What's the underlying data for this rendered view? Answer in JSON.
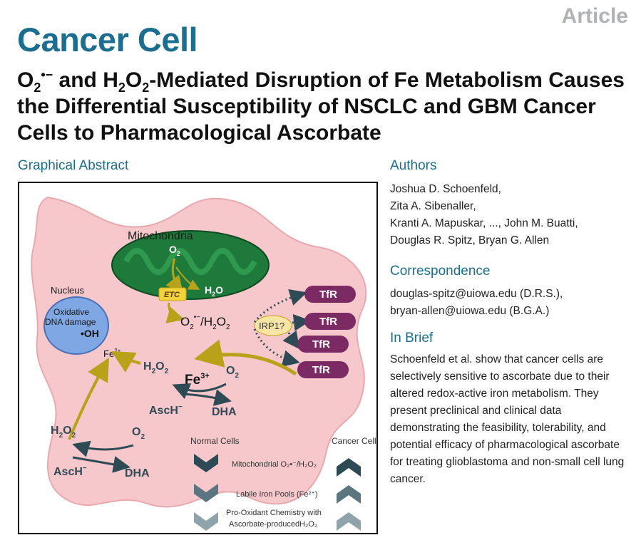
{
  "header": {
    "article_type": "Article",
    "journal": "Cancer Cell",
    "title_parts": {
      "p1": "O",
      "p1_sub": "2",
      "p1_sup": "•−",
      "p2": " and H",
      "p2_sub": "2",
      "p3": "O",
      "p3_sub": "2",
      "p4": "-Mediated Disruption of Fe Metabolism Causes the Differential Susceptibility of NSCLC and GBM Cancer Cells to Pharmacological Ascorbate"
    }
  },
  "graphical_abstract": {
    "heading": "Graphical Abstract",
    "labels": {
      "mitochondria": "Mitochondria",
      "o2_mito": "O",
      "o2_mito_sub": "2",
      "etc": "ETC",
      "h2o": "H",
      "h2o_sub": "2",
      "h2o_end": "O",
      "ros": "O",
      "ros_sub": "2",
      "ros_sup": "•−",
      "ros_rest": "/H",
      "ros_sub2": "2",
      "ros_o": "O",
      "ros_sub3": "2",
      "irp": "IRP1?",
      "tfr": "TfR",
      "nucleus": "Nucleus",
      "nuc_line1": "Oxidative",
      "nuc_line2": "DNA damage",
      "oh": "•OH",
      "fe2": "Fe",
      "fe2_sup": "2+",
      "h2o2_a": "H",
      "h2o2_sub": "2",
      "h2o2_o": "O",
      "fe3": "Fe",
      "fe3_sup": "3+",
      "o2_b": "O",
      "o2_b_sub": "2",
      "asch": "AscH",
      "asch_sup": "−",
      "dha": "DHA",
      "normal_cells": "Normal Cells",
      "cancer_cells": "Cancer Cells",
      "row1": "Mitochondrial O₂•⁻/H₂O₂",
      "row2": "Labile Iron Pools (Fe²⁺)",
      "row3a": "Pro-Oxidant Chemistry with",
      "row3b": "Ascorbate-producedH₂O₂"
    }
  },
  "authors": {
    "heading": "Authors",
    "lines": [
      "Joshua D. Schoenfeld,",
      "Zita A. Sibenaller,",
      "Kranti A. Mapuskar, ..., John M. Buatti,",
      "Douglas R. Spitz, Bryan G. Allen"
    ]
  },
  "correspondence": {
    "heading": "Correspondence",
    "lines": [
      "douglas-spitz@uiowa.edu (D.R.S.),",
      "bryan-allen@uiowa.edu (B.G.A.)"
    ]
  },
  "in_brief": {
    "heading": "In Brief",
    "text": "Schoenfeld et al. show that cancer cells are selectively sensitive to ascorbate due to their altered redox-active iron metabolism. They present preclinical and clinical data demonstrating the feasibility, tolerability, and potential efficacy of pharmacological ascorbate for treating glioblastoma and non-small cell lung cancer."
  },
  "colors": {
    "journal_blue": "#1b6e90",
    "cell_pink": "#f6c8cc",
    "mito_green": "#1e7a3a",
    "nucleus_blue": "#7ea7e3",
    "tfr_purple": "#7b2a63",
    "arrow_gold": "#b8a21a",
    "arrow_dark": "#2e4a55"
  }
}
